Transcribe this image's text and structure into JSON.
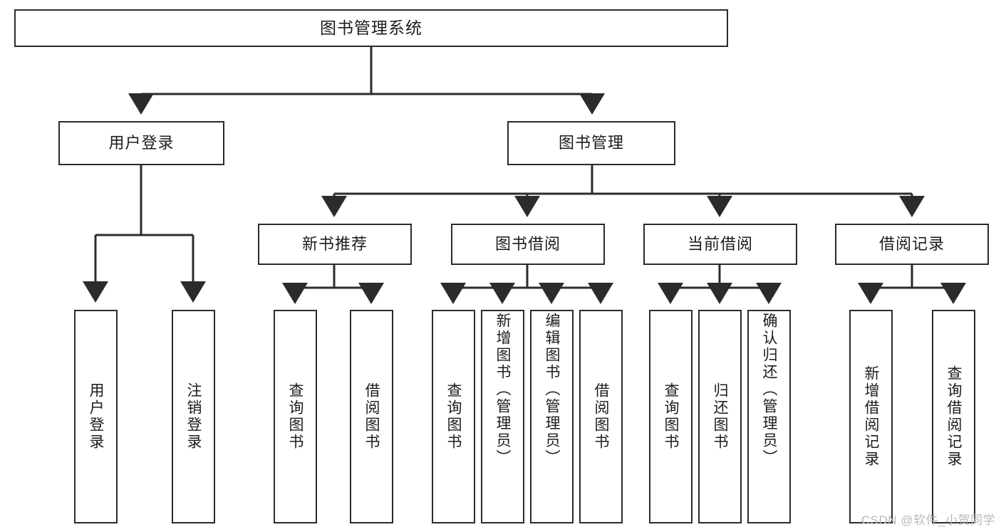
{
  "diagram": {
    "title": "图书管理系统",
    "type": "tree",
    "watermark": "CSDN @软件_小贺同学",
    "colors": {
      "border": "#2b2b2b",
      "text": "#1c1c1c",
      "background": "#ffffff",
      "edge": "#2b2b2b",
      "watermark": "#b9b9b9"
    },
    "nodes": {
      "root": {
        "label": "图书管理系统"
      },
      "level2": [
        {
          "id": "user-login",
          "label": "用户登录"
        },
        {
          "id": "book-manage",
          "label": "图书管理"
        }
      ],
      "level3": [
        {
          "id": "new-book-recommend",
          "label": "新书推荐"
        },
        {
          "id": "book-borrow",
          "label": "图书借阅"
        },
        {
          "id": "current-borrow",
          "label": "当前借阅"
        },
        {
          "id": "borrow-record",
          "label": "借阅记录"
        }
      ],
      "leaves": {
        "user-login": [
          {
            "id": "leaf-user-login",
            "label": "用户登录"
          },
          {
            "id": "leaf-logout",
            "label": "注销登录"
          }
        ],
        "new-book-recommend": [
          {
            "id": "leaf-query-book-1",
            "label": "查询图书"
          },
          {
            "id": "leaf-borrow-book-1",
            "label": "借阅图书"
          }
        ],
        "book-borrow": [
          {
            "id": "leaf-query-book-2",
            "label": "查询图书"
          },
          {
            "id": "leaf-add-book",
            "label": "新增图书（管理员）"
          },
          {
            "id": "leaf-edit-book",
            "label": "编辑图书（管理员）"
          },
          {
            "id": "leaf-borrow-book-2",
            "label": "借阅图书"
          }
        ],
        "current-borrow": [
          {
            "id": "leaf-query-book-3",
            "label": "查询图书"
          },
          {
            "id": "leaf-return-book",
            "label": "归还图书"
          },
          {
            "id": "leaf-confirm-return",
            "label": "确认归还（管理员）"
          }
        ],
        "borrow-record": [
          {
            "id": "leaf-add-record",
            "label": "新增借阅记录"
          },
          {
            "id": "leaf-query-record",
            "label": "查询借阅记录"
          }
        ]
      }
    }
  }
}
